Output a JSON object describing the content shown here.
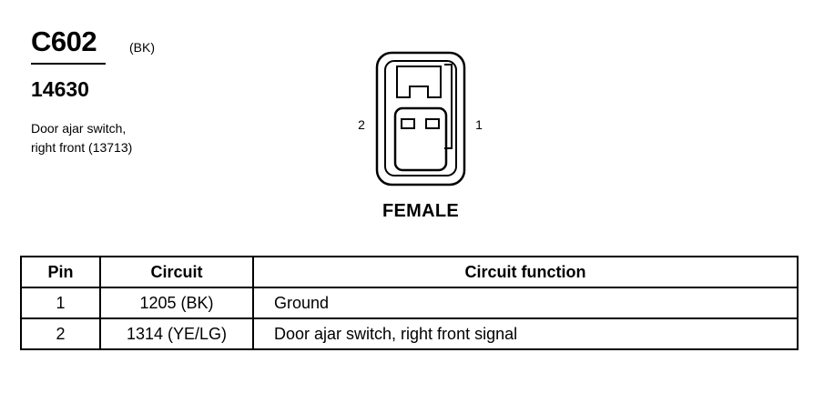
{
  "connector": {
    "id": "C602",
    "color_code": "(BK)",
    "part_number": "14630",
    "description": [
      "Door ajar switch,",
      "right front (13713)"
    ]
  },
  "diagram": {
    "pin_left_label": "2",
    "pin_right_label": "1",
    "gender": "FEMALE"
  },
  "table": {
    "headers": [
      "Pin",
      "Circuit",
      "Circuit function"
    ],
    "rows": [
      {
        "pin": "1",
        "circuit": "1205 (BK)",
        "function": "Ground"
      },
      {
        "pin": "2",
        "circuit": "1314 (YE/LG)",
        "function": "Door ajar switch, right front  signal"
      }
    ]
  }
}
